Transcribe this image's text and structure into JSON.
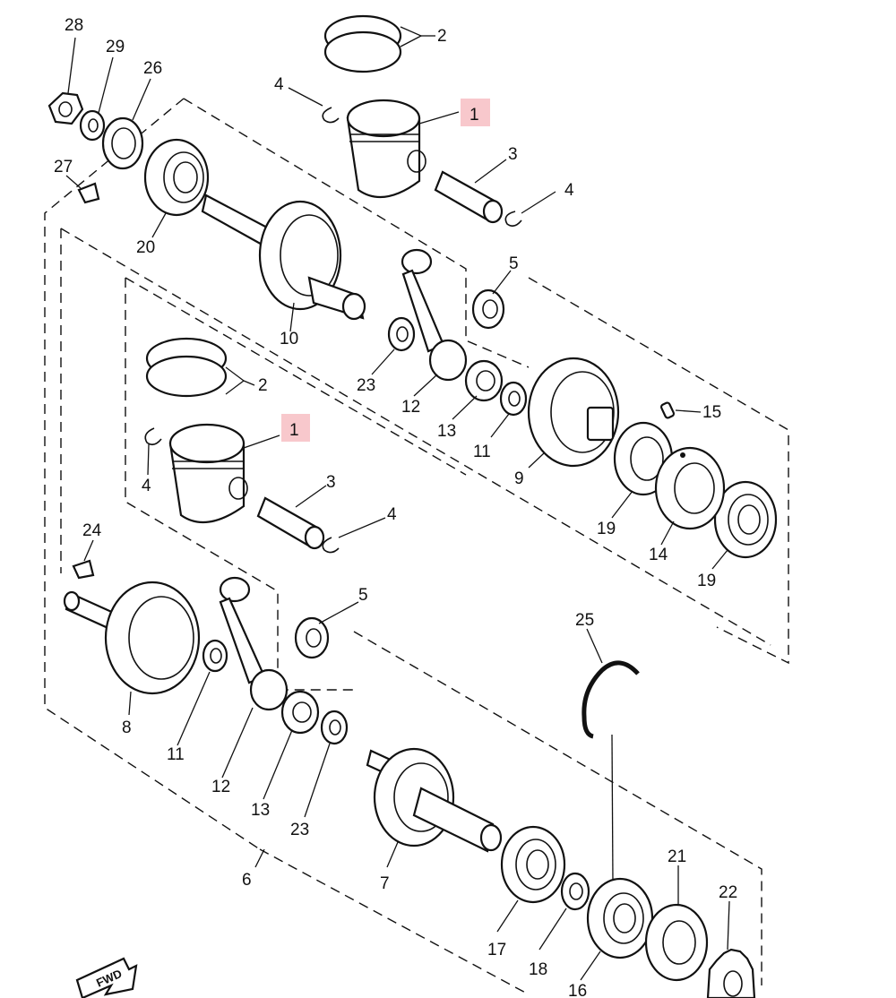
{
  "diagram": {
    "callouts": {
      "c28": "28",
      "c29": "29",
      "c26": "26",
      "c27": "27",
      "c20": "20",
      "c2a": "2",
      "c1a": "1",
      "c4a": "4",
      "c3a": "3",
      "c4b": "4",
      "c5a": "5",
      "c10": "10",
      "c23a": "23",
      "c12a": "12",
      "c13a": "13",
      "c11a": "11",
      "c9": "9",
      "c15": "15",
      "c19a": "19",
      "c14": "14",
      "c19b": "19",
      "c2b": "2",
      "c1b": "1",
      "c4c": "4",
      "c3b": "3",
      "c4d": "4",
      "c24": "24",
      "c5b": "5",
      "c8": "8",
      "c11b": "11",
      "c12b": "12",
      "c13b": "13",
      "c23b": "23",
      "c6": "6",
      "c25": "25",
      "c7": "7",
      "c17": "17",
      "c18": "18",
      "c16": "16",
      "c21": "21",
      "c22": "22"
    },
    "fwd_label": "FWD",
    "highlight_color": "#f8c8cc"
  }
}
